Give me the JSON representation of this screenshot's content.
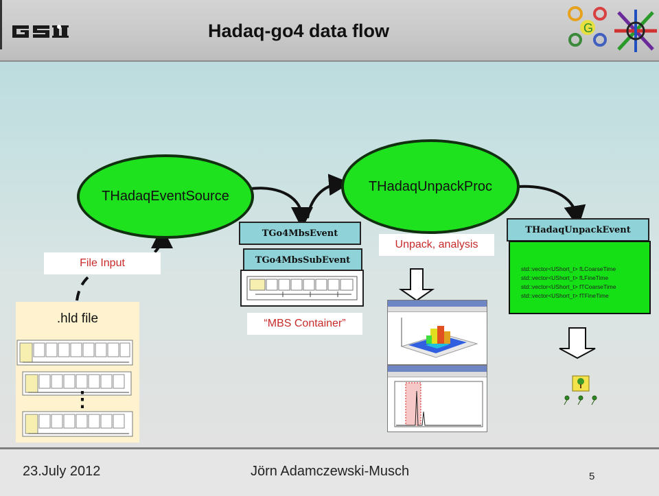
{
  "header": {
    "title": "Hadaq-go4 data flow"
  },
  "nodes": {
    "event_source": "THadaqEventSource",
    "unpack_proc": "THadaqUnpackProc",
    "mbs_event": "TGo4MbsEvent",
    "mbs_subevent": "TGo4MbsSubEvent",
    "unpack_event": "THadaqUnpackEvent",
    "hld_file": ".hld file",
    "dots": "⋮"
  },
  "labels": {
    "file_input": "File Input",
    "mbs_container": "“MBS Container”",
    "unpack_analysis": "Unpack, analysis"
  },
  "unpack_event_members": [
    "std::vector<UShort_t> fLCoarseTime",
    "std::vector<UShort_t> fLFineTime",
    "std::vector<UShort_t> fTCoarseTime",
    "std::vector<UShort_t> fTFineTime"
  ],
  "footer": {
    "date": "23.July 2012",
    "author": "Jörn Adamczewski-Musch",
    "page": "5"
  },
  "colors": {
    "ellipse_fill": "#1ee21e",
    "teal_box": "#8fd2d8",
    "label_text": "#c82a2a"
  }
}
